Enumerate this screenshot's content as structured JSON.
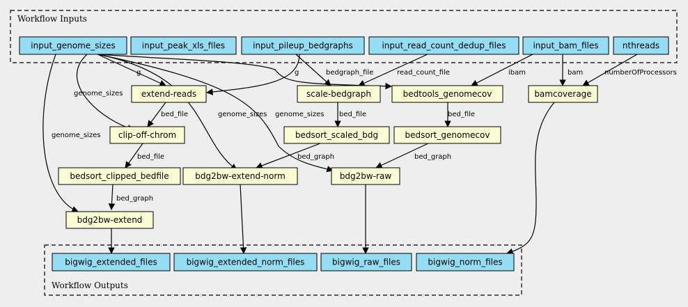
{
  "clusters": {
    "inputs_label": "Workflow Inputs",
    "outputs_label": "Workflow Outputs"
  },
  "nodes": {
    "input_genome_sizes": "input_genome_sizes",
    "input_peak_xls_files": "input_peak_xls_files",
    "input_pileup_bedgraphs": "input_pileup_bedgraphs",
    "input_read_count_dedup_files": "input_read_count_dedup_files",
    "input_bam_files": "input_bam_files",
    "nthreads": "nthreads",
    "extend_reads": "extend-reads",
    "scale_bedgraph": "scale-bedgraph",
    "bedtools_genomecov": "bedtools_genomecov",
    "bamcoverage": "bamcoverage",
    "clip_off_chrom": "clip-off-chrom",
    "bedsort_scaled_bdg": "bedsort_scaled_bdg",
    "bedsort_genomecov": "bedsort_genomecov",
    "bedsort_clipped_bedfile": "bedsort_clipped_bedfile",
    "bdg2bw_extend_norm": "bdg2bw-extend-norm",
    "bdg2bw_raw": "bdg2bw-raw",
    "bdg2bw_extend": "bdg2bw-extend",
    "bigwig_extended_files": "bigwig_extended_files",
    "bigwig_extended_norm_files": "bigwig_extended_norm_files",
    "bigwig_raw_files": "bigwig_raw_files",
    "bigwig_norm_files": "bigwig_norm_files"
  },
  "edge_labels": {
    "g_extend": "g",
    "g_bedtools": "g",
    "genome_sizes_clip": "genome_sizes",
    "genome_sizes_extend_norm": "genome_sizes",
    "genome_sizes_raw": "genome_sizes",
    "genome_sizes_extend": "genome_sizes",
    "bedgraph_file": "bedgraph_file",
    "read_count_file": "read_count_file",
    "ibam": "ibam",
    "bam": "bam",
    "number_of_processors": "numberOfProcessors",
    "bed_file_extend": "bed_file",
    "bed_file_scaled": "bed_file",
    "bed_file_genomecov": "bed_file",
    "bed_file_clip": "bed_file",
    "bed_graph_extend_norm": "bed_graph",
    "bed_graph_raw": "bed_graph",
    "bed_graph_extend": "bed_graph"
  }
}
